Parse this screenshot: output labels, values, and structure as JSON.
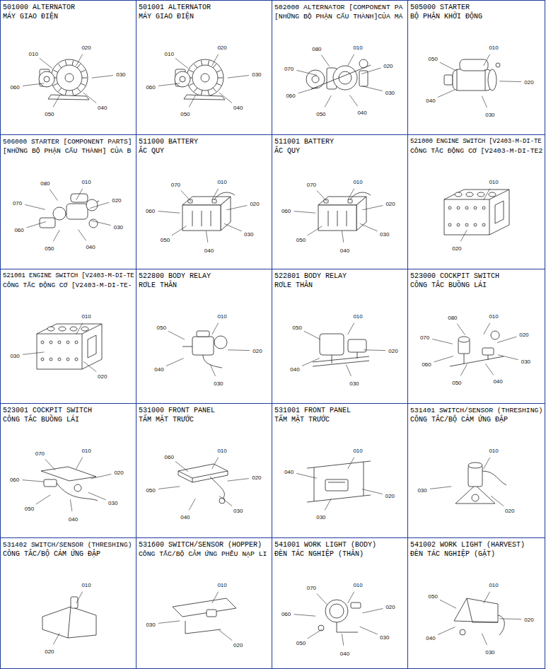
{
  "diagram": {
    "nodes": [
      {
        "text": [
          "501000 ALTERNATOR",
          "MÁY GIAO ĐIỆN"
        ]
      },
      {
        "text": [
          "501001 ALTERNATOR",
          "MÁY GIAO ĐIỆN"
        ]
      },
      {
        "text": [
          "502000 ALTERNATOR [COMPONENT PA",
          "[NHỮNG BỘ PHẬN CẤU THÀNH]CỦA MÁ"
        ]
      },
      {
        "text": [
          "505000 STARTER",
          "BỘ PHẬN KHỞI ĐỘNG"
        ]
      },
      {
        "text": [
          "506000 STARTER [COMPONENT PARTS]",
          "[NHỮNG BỘ PHẬN CẤU THÀNH] CỦA B"
        ]
      },
      {
        "text": [
          "511000 BATTERY",
          "ẮC QUY"
        ]
      },
      {
        "text": [
          "511001 BATTERY",
          "ẮC QUY"
        ]
      },
      {
        "text": [
          "521000 ENGINE SWITCH [V2403-M-DI-TE",
          "CÔNG TẮC ĐỘNG CƠ [V2403-M-DI-TE2"
        ]
      },
      {
        "text": [
          "521001 ENGINE SWITCH [V2403-M-DI-TE",
          "CÔNG TẮC ĐỘNG CƠ [V2403-M-DI-TE-"
        ]
      },
      {
        "text": [
          "522800 BODY RELAY",
          "RƠLE THÂN"
        ]
      },
      {
        "text": [
          "522801 BODY RELAY",
          "RƠLE THÂN"
        ]
      },
      {
        "text": [
          "523000 COCKPIT SWITCH",
          "CÔNG TẮC BUỒNG LÁI"
        ]
      },
      {
        "text": [
          "523001 COCKPIT SWITCH",
          "CÔNG TẮC BUỒNG LÁI"
        ]
      },
      {
        "text": [
          "531000 FRONT PANEL",
          "TẤM MẶT TRƯỚC"
        ]
      },
      {
        "text": [
          "531001 FRONT PANEL",
          "TẤM MẶT TRƯỚC"
        ]
      },
      {
        "text": [
          "531401 SWITCH/SENSOR (THRESHING)",
          "CÔNG TẮC/BỘ CẢM ỨNG ĐẬP"
        ]
      },
      {
        "text": [
          "531402 SWITCH/SENSOR (THRESHING)",
          "CÔNG TẮC/BỘ CẢM ỨNG ĐẬP"
        ]
      },
      {
        "text": [
          "531600 SWITCH/SENSOR (HOPPER)",
          "CÔNG TẮC/BỘ CẢM ỨNG PHỄU NẠP LI"
        ]
      },
      {
        "text": [
          "541001 WORK LIGHT (BODY)",
          "ĐÈN TÁC NGHIỆP (THÂN)"
        ]
      },
      {
        "text": [
          "541002 WORK LIGHT (HARVEST)",
          "ĐÈN TÁC NGHIỆP (GẶT)"
        ]
      }
    ],
    "labels": [
      "020",
      "030",
      "040",
      "050",
      "060",
      "010",
      "020",
      "030",
      "040",
      "050",
      "060",
      "010",
      "010",
      "020",
      "030",
      "040",
      "050",
      "060",
      "070",
      "080",
      "010",
      "020",
      "030",
      "040",
      "050",
      "010",
      "020",
      "030",
      "040",
      "050",
      "060",
      "070",
      "080",
      "010",
      "020",
      "030",
      "040",
      "050",
      "060",
      "070",
      "010",
      "020",
      "030",
      "040",
      "050",
      "060",
      "070",
      "010",
      "020",
      "010",
      "020",
      "030",
      "010",
      "020",
      "030",
      "040",
      "050",
      "010",
      "020",
      "030",
      "040",
      "050",
      "010",
      "020",
      "030",
      "040",
      "050",
      "060",
      "070",
      "080",
      "010",
      "020",
      "030",
      "040",
      "050",
      "060",
      "070",
      "010",
      "020",
      "030",
      "040",
      "050",
      "060",
      "010",
      "020",
      "030",
      "040",
      "010",
      "020",
      "030",
      "010",
      "020",
      "010",
      "020",
      "030",
      "010",
      "020",
      "030",
      "040",
      "050",
      "060",
      "070",
      "010",
      "020",
      "030",
      "040",
      "050"
    ]
  }
}
